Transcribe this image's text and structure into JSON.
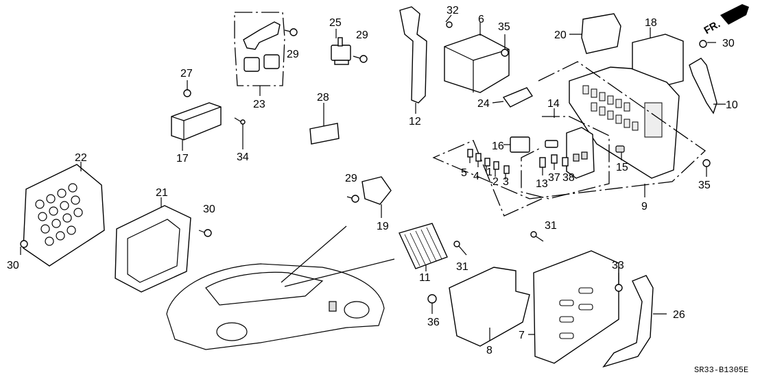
{
  "diagram": {
    "code": "SR33-B1305E",
    "front_marker": "FR.",
    "callouts": [
      {
        "id": "c1",
        "text": "1"
      },
      {
        "id": "c2",
        "text": "2"
      },
      {
        "id": "c3",
        "text": "3"
      },
      {
        "id": "c4",
        "text": "4"
      },
      {
        "id": "c5",
        "text": "5"
      },
      {
        "id": "c6",
        "text": "6"
      },
      {
        "id": "c7",
        "text": "7"
      },
      {
        "id": "c8",
        "text": "8"
      },
      {
        "id": "c9",
        "text": "9"
      },
      {
        "id": "c10",
        "text": "10"
      },
      {
        "id": "c11",
        "text": "11"
      },
      {
        "id": "c12",
        "text": "12"
      },
      {
        "id": "c13",
        "text": "13"
      },
      {
        "id": "c14",
        "text": "14"
      },
      {
        "id": "c15",
        "text": "15"
      },
      {
        "id": "c16",
        "text": "16"
      },
      {
        "id": "c17",
        "text": "17"
      },
      {
        "id": "c18",
        "text": "18"
      },
      {
        "id": "c19",
        "text": "19"
      },
      {
        "id": "c20",
        "text": "20"
      },
      {
        "id": "c21",
        "text": "21"
      },
      {
        "id": "c22",
        "text": "22"
      },
      {
        "id": "c23",
        "text": "23"
      },
      {
        "id": "c24",
        "text": "24"
      },
      {
        "id": "c25",
        "text": "25"
      },
      {
        "id": "c26",
        "text": "26"
      },
      {
        "id": "c27",
        "text": "27"
      },
      {
        "id": "c28",
        "text": "28"
      },
      {
        "id": "c29a",
        "text": "29"
      },
      {
        "id": "c29b",
        "text": "29"
      },
      {
        "id": "c29c",
        "text": "29"
      },
      {
        "id": "c30a",
        "text": "30"
      },
      {
        "id": "c30b",
        "text": "30"
      },
      {
        "id": "c30c",
        "text": "30"
      },
      {
        "id": "c31a",
        "text": "31"
      },
      {
        "id": "c31b",
        "text": "31"
      },
      {
        "id": "c32",
        "text": "32"
      },
      {
        "id": "c33",
        "text": "33"
      },
      {
        "id": "c34",
        "text": "34"
      },
      {
        "id": "c35a",
        "text": "35"
      },
      {
        "id": "c35b",
        "text": "35"
      },
      {
        "id": "c36",
        "text": "36"
      },
      {
        "id": "c37",
        "text": "37"
      },
      {
        "id": "c38",
        "text": "38"
      }
    ]
  }
}
